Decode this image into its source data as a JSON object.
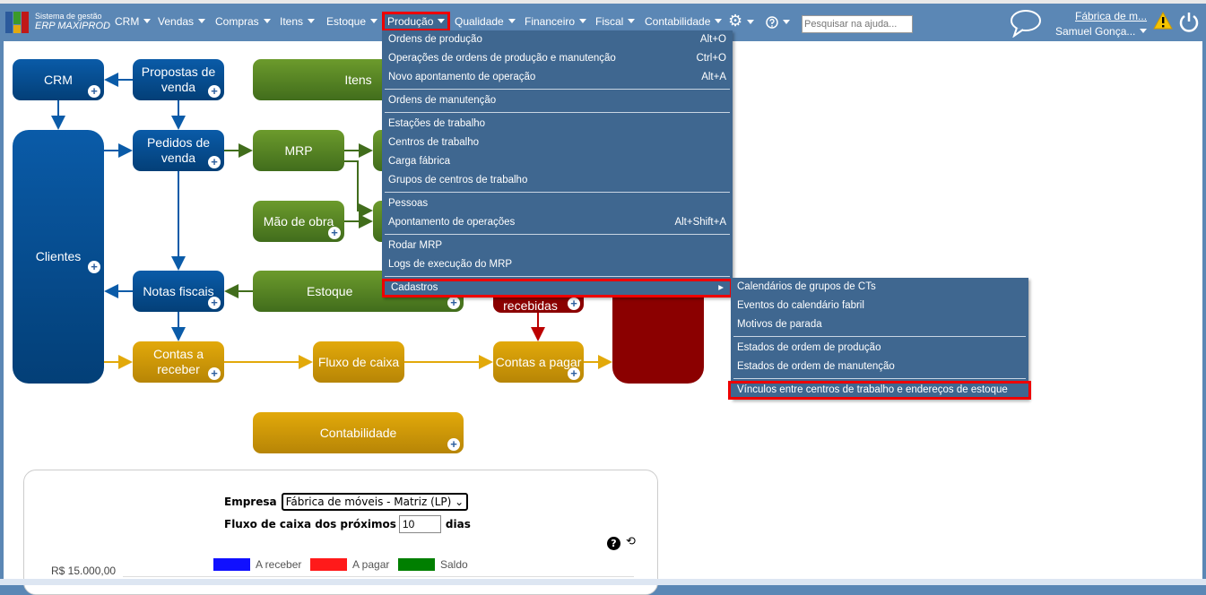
{
  "header": {
    "brand_line1": "Sistema de gestão",
    "brand_line2": "ERP MAXIPROD",
    "nav": [
      "CRM",
      "Vendas",
      "Compras",
      "Itens",
      "Estoque",
      "Produção",
      "Qualidade",
      "Financeiro",
      "Fiscal",
      "Contabilidade"
    ],
    "search_placeholder": "Pesquisar na ajuda...",
    "company": "Fábrica de m...",
    "user": "Samuel Gonça..."
  },
  "diagram": {
    "crm": "CRM",
    "propostas": "Propostas de venda",
    "itens": "Itens",
    "clientes": "Clientes",
    "pedidos": "Pedidos de venda",
    "mrp": "MRP",
    "mao_obra": "Mão de obra",
    "notas": "Notas fiscais",
    "estoque": "Estoque",
    "recebidas": "recebidas",
    "receber": "Contas a receber",
    "fluxo": "Fluxo de caixa",
    "pagar": "Contas a pagar",
    "contabilidade": "Contabilidade"
  },
  "menu": [
    {
      "label": "Ordens de produção",
      "shortcut": "Alt+O"
    },
    {
      "label": "Operações de ordens de produção e manutenção",
      "shortcut": "Ctrl+O"
    },
    {
      "label": "Novo apontamento de operação",
      "shortcut": "Alt+A"
    },
    {
      "label": "Ordens de manutenção",
      "shortcut": ""
    },
    {
      "label": "Estações de trabalho",
      "shortcut": ""
    },
    {
      "label": "Centros de trabalho",
      "shortcut": ""
    },
    {
      "label": "Carga fábrica",
      "shortcut": ""
    },
    {
      "label": "Grupos de centros de trabalho",
      "shortcut": ""
    },
    {
      "label": "Pessoas",
      "shortcut": ""
    },
    {
      "label": "Apontamento de operações",
      "shortcut": "Alt+Shift+A"
    },
    {
      "label": "Rodar MRP",
      "shortcut": ""
    },
    {
      "label": "Logs de execução do MRP",
      "shortcut": ""
    },
    {
      "label": "Cadastros",
      "shortcut": ""
    }
  ],
  "submenu": [
    "Calendários de grupos de CTs",
    "Eventos do calendário fabril",
    "Motivos de parada",
    "Estados de ordem de produção",
    "Estados de ordem de manutenção",
    "Vínculos entre centros de trabalho e endereços de estoque"
  ],
  "panel": {
    "empresa_label": "Empresa",
    "empresa_value": "Fábrica de móveis - Matriz (LP)",
    "fluxo_label": "Fluxo de caixa dos próximos",
    "dias_value": "10",
    "dias_label": "dias",
    "legend": [
      "A receber",
      "A pagar",
      "Saldo"
    ],
    "y_tick": "R$ 15.000,00"
  },
  "colors": {
    "receber": "#1010ff",
    "pagar": "#ff1a1a",
    "saldo": "#007f00"
  }
}
